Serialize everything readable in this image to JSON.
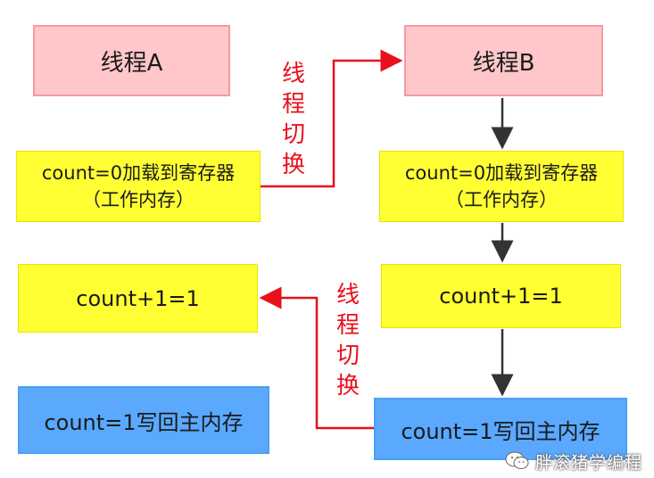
{
  "left": {
    "thread": "线程A",
    "load_line1": "count=0加载到寄存器",
    "load_line2": "（工作内存）",
    "inc": "count+1=1",
    "write": "count=1写回主内存"
  },
  "right": {
    "thread": "线程B",
    "load_line1": "count=0加载到寄存器",
    "load_line2": "（工作内存）",
    "inc": "count+1=1",
    "write": "count=1写回主内存"
  },
  "switch_labels": {
    "top": [
      "线",
      "程",
      "切",
      "换"
    ],
    "bottom": [
      "线",
      "程",
      "切",
      "换"
    ]
  },
  "watermark": {
    "icon": "wechat-icon",
    "text": "胖滚猪学编程"
  },
  "colors": {
    "pink": "#ffc7c9",
    "yellow": "#ffff33",
    "blue": "#5aa9ff",
    "red_arrow": "#e8101c",
    "dark_arrow": "#333333"
  }
}
